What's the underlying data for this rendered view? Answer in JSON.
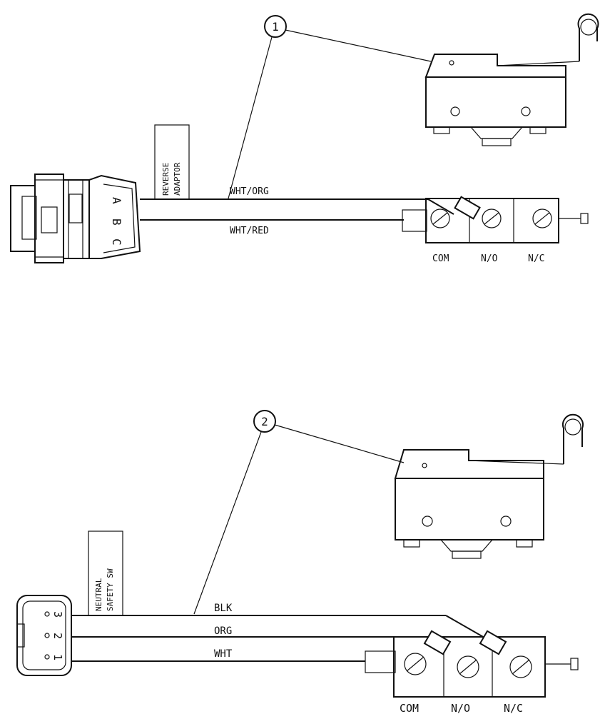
{
  "diagram_1": {
    "callout": "1",
    "tag_line1": "REVERSE",
    "tag_line2": "ADAPTOR",
    "connector_pins": [
      "A",
      "B",
      "C"
    ],
    "wires": [
      "WHT/ORG",
      "WHT/RED"
    ],
    "terminals": [
      "COM",
      "N/O",
      "N/C"
    ]
  },
  "diagram_2": {
    "callout": "2",
    "tag_line1": "NEUTRAL",
    "tag_line2": "SAFETY SW",
    "connector_pins": [
      "3",
      "2",
      "1"
    ],
    "wires": [
      "BLK",
      "ORG",
      "WHT"
    ],
    "terminals": [
      "COM",
      "N/O",
      "N/C"
    ]
  }
}
